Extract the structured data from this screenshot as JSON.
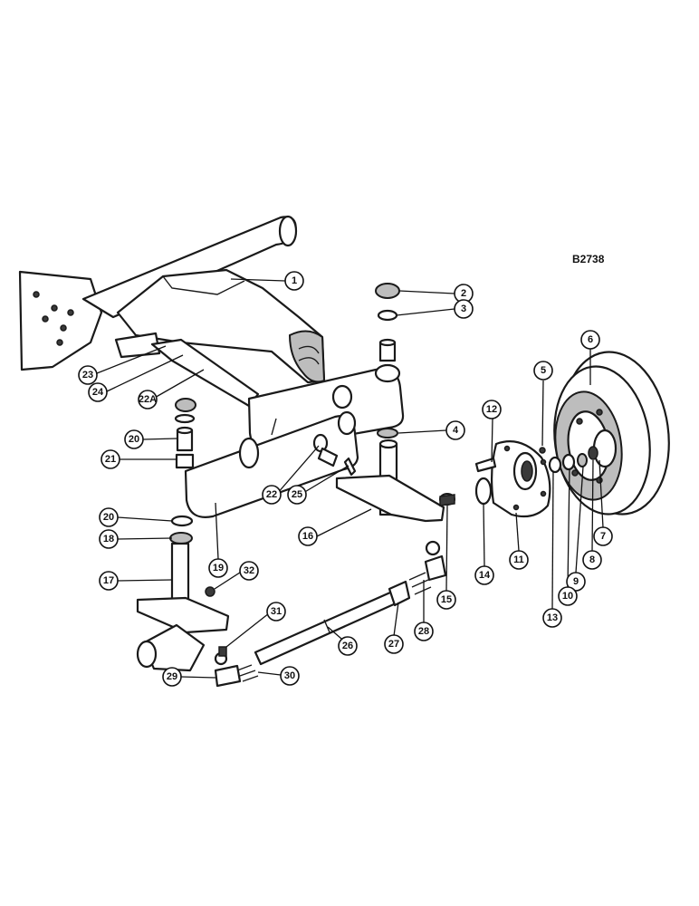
{
  "drawing_number": "B2738",
  "callouts": [
    "1",
    "2",
    "3",
    "4",
    "5",
    "6",
    "7",
    "8",
    "9",
    "10",
    "11",
    "12",
    "13",
    "14",
    "15",
    "16",
    "17",
    "18",
    "19",
    "20",
    "20",
    "21",
    "22",
    "22A",
    "23",
    "24",
    "25",
    "26",
    "27",
    "28",
    "29",
    "30",
    "31",
    "32"
  ]
}
